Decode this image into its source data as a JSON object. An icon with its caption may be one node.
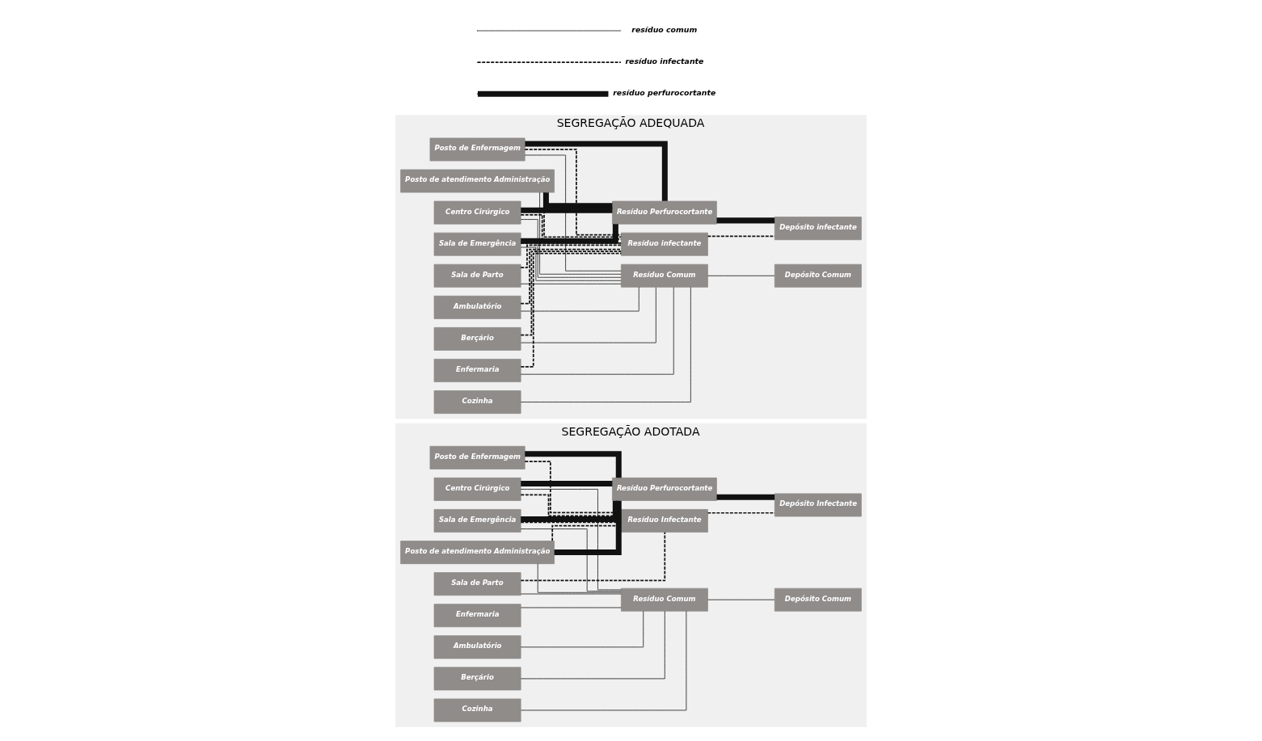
{
  "diagram": {
    "nodes": [
      {
        "text": [
          "SEGREGAÇÃO ADOTADA"
        ]
      },
      {
        "text": [
          "Enfermaria"
        ],
        "in": 0
      },
      {
        "text": [
          "Posto de Enfermagem"
        ],
        "in": 0
      },
      {
        "text": [
          "Posto de atendimento Administração"
        ],
        "in": 0
      },
      {
        "text": [
          "Centro Cirúrgico"
        ],
        "in": 0
      },
      {
        "text": [
          "Sala de Parto"
        ],
        "in": 0
      },
      {
        "text": [
          "Sala de Emergência"
        ],
        "in": 0
      },
      {
        "text": [
          "Ambulatório"
        ],
        "in": 0
      },
      {
        "text": [
          "Berçário"
        ],
        "in": 0
      },
      {
        "text": [
          "Cozinha"
        ],
        "in": 0
      },
      {
        "text": [
          "Resíduo Infectante"
        ],
        "in": 0
      },
      {
        "text": [
          "Resíduo Perfurocortante"
        ],
        "in": 0
      },
      {
        "text": [
          "Resíduo Comum"
        ],
        "in": 0
      },
      {
        "text": [
          "Depósito Infectante"
        ],
        "in": 0
      },
      {
        "text": [
          "Depósito Comum"
        ],
        "in": 0
      },
      {
        "text": [
          "SEGREGAÇÃO ADEQUADA"
        ]
      },
      {
        "text": [
          "Enfermaria"
        ],
        "in": 15
      },
      {
        "text": [
          "Posto de Enfermagem"
        ],
        "in": 15
      },
      {
        "text": [
          "Posto de atendimento Administração"
        ],
        "in": 15
      },
      {
        "text": [
          "Centro Cirúrgico"
        ],
        "in": 15
      },
      {
        "text": [
          "Sala de Parto"
        ],
        "in": 15
      },
      {
        "text": [
          "Sala de Emergência"
        ],
        "in": 15
      },
      {
        "text": [
          "Ambulatório"
        ],
        "in": 15
      },
      {
        "text": [
          "Berçário"
        ],
        "in": 15
      },
      {
        "text": [
          "Cozinha"
        ],
        "in": 15
      },
      {
        "text": [
          "Resíduo infectante"
        ],
        "in": 15
      },
      {
        "text": [
          "Resíduo Perfurocortante"
        ],
        "in": 15
      },
      {
        "text": [
          "Resíduo Comum"
        ],
        "in": 15
      },
      {
        "text": [
          "Depósito infectante"
        ],
        "in": 15
      },
      {
        "text": [
          "Depósito Comum"
        ],
        "in": 15
      }
    ],
    "edges": [
      {
        "from": 1,
        "to": 12,
        "arrow": "none"
      },
      {
        "from": 3,
        "to": 12,
        "arrow": "none"
      },
      {
        "from": 4,
        "to": 12,
        "arrow": "none"
      },
      {
        "from": 5,
        "to": 12,
        "arrow": "none"
      },
      {
        "from": 6,
        "to": 12,
        "arrow": "none"
      },
      {
        "from": 7,
        "to": 12,
        "arrow": "none"
      },
      {
        "from": 8,
        "to": 12,
        "arrow": "none"
      },
      {
        "from": 9,
        "to": 12,
        "arrow": "none"
      },
      {
        "from": 2,
        "to": 10,
        "arrow": "none",
        "style": "dashed"
      },
      {
        "from": 3,
        "to": 10,
        "arrow": "none",
        "style": "dashed"
      },
      {
        "from": 4,
        "to": 10,
        "arrow": "none",
        "style": "dashed"
      },
      {
        "from": 5,
        "to": 10,
        "arrow": "none",
        "style": "dashed"
      },
      {
        "from": 6,
        "to": 10,
        "arrow": "none",
        "style": "dashed"
      },
      {
        "from": 2,
        "to": 11,
        "arrow": "none",
        "style": "thick"
      },
      {
        "from": 3,
        "to": 11,
        "arrow": "none",
        "style": "thick"
      },
      {
        "from": 4,
        "to": 11,
        "arrow": "none",
        "style": "thick"
      },
      {
        "from": 6,
        "to": 11,
        "arrow": "none",
        "style": "thick"
      },
      {
        "from": 10,
        "to": 13,
        "arrow": "none",
        "style": "dashed"
      },
      {
        "from": 11,
        "to": 13,
        "arrow": "none",
        "style": "thick"
      },
      {
        "from": 12,
        "to": 14,
        "arrow": "none"
      },
      {
        "from": 16,
        "to": 27,
        "arrow": "none"
      },
      {
        "from": 17,
        "to": 27,
        "arrow": "none"
      },
      {
        "from": 18,
        "to": 27,
        "arrow": "none"
      },
      {
        "from": 19,
        "to": 27,
        "arrow": "none"
      },
      {
        "from": 20,
        "to": 27,
        "arrow": "none"
      },
      {
        "from": 21,
        "to": 27,
        "arrow": "none"
      },
      {
        "from": 22,
        "to": 27,
        "arrow": "none"
      },
      {
        "from": 23,
        "to": 27,
        "arrow": "none"
      },
      {
        "from": 24,
        "to": 27,
        "arrow": "none"
      },
      {
        "from": 16,
        "to": 25,
        "arrow": "none",
        "style": "dashed"
      },
      {
        "from": 17,
        "to": 25,
        "arrow": "none",
        "style": "dashed"
      },
      {
        "from": 18,
        "to": 25,
        "arrow": "none",
        "style": "dashed"
      },
      {
        "from": 19,
        "to": 25,
        "arrow": "none",
        "style": "dashed"
      },
      {
        "from": 20,
        "to": 25,
        "arrow": "none",
        "style": "dashed"
      },
      {
        "from": 21,
        "to": 25,
        "arrow": "none",
        "style": "dashed"
      },
      {
        "from": 22,
        "to": 25,
        "arrow": "none",
        "style": "dashed"
      },
      {
        "from": 23,
        "to": 25,
        "arrow": "none",
        "style": "dashed"
      },
      {
        "from": 17,
        "to": 26,
        "arrow": "none",
        "style": "thick"
      },
      {
        "from": 18,
        "to": 26,
        "arrow": "none",
        "style": "thick"
      },
      {
        "from": 19,
        "to": 26,
        "arrow": "none",
        "style": "thick"
      },
      {
        "from": 21,
        "to": 26,
        "arrow": "none",
        "style": "thick"
      },
      {
        "from": 25,
        "to": 28,
        "arrow": "none",
        "style": "dashed"
      },
      {
        "from": 26,
        "to": 28,
        "arrow": "none",
        "style": "thick"
      },
      {
        "from": 27,
        "to": 29,
        "arrow": "none"
      }
    ],
    "legend": [
      {
        "text": "resíduo comum"
      },
      {
        "text": "resíduo infectante"
      },
      {
        "text": "resíduo perfurocortante"
      }
    ]
  }
}
